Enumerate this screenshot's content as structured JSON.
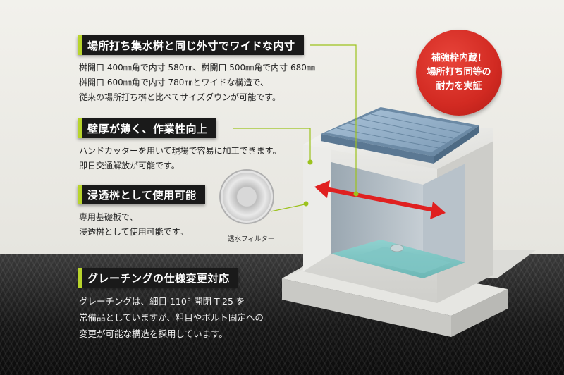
{
  "sections": [
    {
      "heading": "場所打ち集水桝と同じ外寸でワイドな内寸",
      "lines": [
        "桝開口 400㎜角で内寸 580㎜、桝開口 500㎜角で内寸 680㎜",
        "桝開口 600㎜角で内寸 780㎜とワイドな構造で、",
        "従来の場所打ち桝と比べてサイズダウンが可能です。"
      ]
    },
    {
      "heading": "壁厚が薄く、作業性向上",
      "lines": [
        "ハンドカッターを用いて現場で容易に加工できます。",
        "即日交通解放が可能です。"
      ]
    },
    {
      "heading": "浸透桝として使用可能",
      "lines": [
        "専用基礎板で、",
        "浸透桝として使用可能です。"
      ]
    },
    {
      "heading": "グレーチングの仕様変更対応",
      "lines": [
        "グレーチングは、細目 110° 開閉 T-25 を",
        "常備品としていますが、粗目やボルト固定への",
        "変更が可能な構造を採用しています。"
      ]
    }
  ],
  "badge": {
    "lines": [
      "補強枠内蔵！",
      "場所打ち同等の",
      "耐力を実証"
    ]
  },
  "filter_label": "透水フィルター",
  "colors": {
    "heading_bg": "#1a1a1a",
    "heading_accent": "#b8d42c",
    "badge": "#d22a22",
    "arrow": "#e02020",
    "leader": "#9cc21d"
  }
}
